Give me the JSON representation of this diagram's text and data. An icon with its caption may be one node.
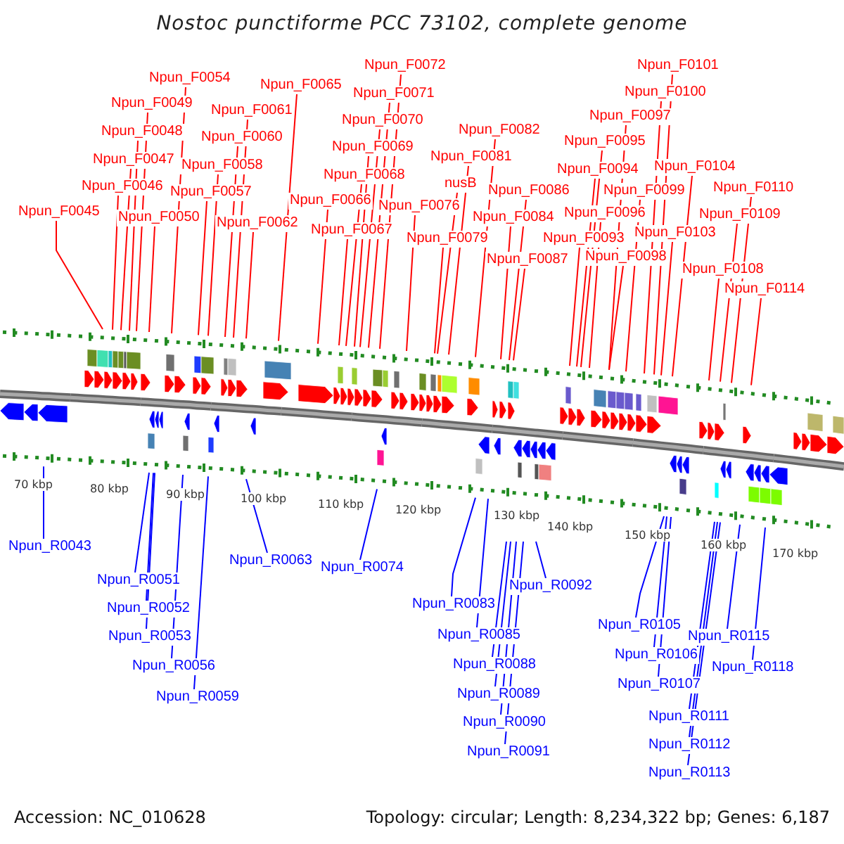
{
  "diagram": {
    "title": "Nostoc punctiforme PCC 73102, complete genome",
    "nodes": [
      {
        "text": [
          "Npun_F0045"
        ]
      },
      {
        "text": [
          "Npun_F0046"
        ]
      },
      {
        "text": [
          "Npun_F0047"
        ]
      },
      {
        "text": [
          "Npun_F0048"
        ]
      },
      {
        "text": [
          "Npun_F0049"
        ]
      },
      {
        "text": [
          "Npun_F0050"
        ]
      },
      {
        "text": [
          "Npun_F0054"
        ]
      },
      {
        "text": [
          "Npun_F0057"
        ]
      },
      {
        "text": [
          "Npun_F0058"
        ]
      },
      {
        "text": [
          "Npun_F0060"
        ]
      },
      {
        "text": [
          "Npun_F0061"
        ]
      },
      {
        "text": [
          "Npun_F0062"
        ]
      },
      {
        "text": [
          "Npun_F0065"
        ]
      },
      {
        "text": [
          "Npun_F0066"
        ]
      },
      {
        "text": [
          "Npun_F0067"
        ]
      },
      {
        "text": [
          "Npun_F0068"
        ]
      },
      {
        "text": [
          "Npun_F0069"
        ]
      },
      {
        "text": [
          "Npun_F0070"
        ]
      },
      {
        "text": [
          "Npun_F0071"
        ]
      },
      {
        "text": [
          "Npun_F0072"
        ]
      },
      {
        "text": [
          "Npun_F0076"
        ]
      },
      {
        "text": [
          "Npun_F0079"
        ]
      },
      {
        "text": [
          "nusB"
        ]
      },
      {
        "text": [
          "Npun_F0081"
        ]
      },
      {
        "text": [
          "Npun_F0082"
        ]
      },
      {
        "text": [
          "Npun_F0084"
        ]
      },
      {
        "text": [
          "Npun_F0086"
        ]
      },
      {
        "text": [
          "Npun_F0087"
        ]
      },
      {
        "text": [
          "Npun_F0093"
        ]
      },
      {
        "text": [
          "Npun_F0094"
        ]
      },
      {
        "text": [
          "Npun_F0095"
        ]
      },
      {
        "text": [
          "Npun_F0096"
        ]
      },
      {
        "text": [
          "Npun_F0097"
        ]
      },
      {
        "text": [
          "Npun_F0098"
        ]
      },
      {
        "text": [
          "Npun_F0099"
        ]
      },
      {
        "text": [
          "Npun_F0100"
        ]
      },
      {
        "text": [
          "Npun_F0101"
        ]
      },
      {
        "text": [
          "Npun_F0103"
        ]
      },
      {
        "text": [
          "Npun_F0104"
        ]
      },
      {
        "text": [
          "Npun_F0108"
        ]
      },
      {
        "text": [
          "Npun_F0109"
        ]
      },
      {
        "text": [
          "Npun_F0110"
        ]
      },
      {
        "text": [
          "Npun_F0114"
        ]
      },
      {
        "text": [
          "Npun_R0043"
        ]
      },
      {
        "text": [
          "Npun_R0051"
        ]
      },
      {
        "text": [
          "Npun_R0052"
        ]
      },
      {
        "text": [
          "Npun_R0053"
        ]
      },
      {
        "text": [
          "Npun_R0056"
        ]
      },
      {
        "text": [
          "Npun_R0059"
        ]
      },
      {
        "text": [
          "Npun_R0063"
        ]
      },
      {
        "text": [
          "Npun_R0074"
        ]
      },
      {
        "text": [
          "Npun_R0083"
        ]
      },
      {
        "text": [
          "Npun_R0085"
        ]
      },
      {
        "text": [
          "Npun_R0088"
        ]
      },
      {
        "text": [
          "Npun_R0089"
        ]
      },
      {
        "text": [
          "Npun_R0090"
        ]
      },
      {
        "text": [
          "Npun_R0091"
        ]
      },
      {
        "text": [
          "Npun_R0092"
        ]
      },
      {
        "text": [
          "Npun_R0105"
        ]
      },
      {
        "text": [
          "Npun_R0106"
        ]
      },
      {
        "text": [
          "Npun_R0107"
        ]
      },
      {
        "text": [
          "Npun_R0111"
        ]
      },
      {
        "text": [
          "Npun_R0112"
        ]
      },
      {
        "text": [
          "Npun_R0113"
        ]
      },
      {
        "text": [
          "Npun_R0115"
        ]
      },
      {
        "text": [
          "Npun_R0118"
        ]
      }
    ],
    "edges": [
      {
        "from": 0,
        "to": null,
        "arrow": "none"
      },
      {
        "from": 1,
        "to": null,
        "arrow": "none"
      },
      {
        "from": 2,
        "to": null,
        "arrow": "none"
      },
      {
        "from": 3,
        "to": null,
        "arrow": "none"
      },
      {
        "from": 4,
        "to": null,
        "arrow": "none"
      },
      {
        "from": 5,
        "to": null,
        "arrow": "none"
      },
      {
        "from": 6,
        "to": null,
        "arrow": "none"
      },
      {
        "from": 7,
        "to": null,
        "arrow": "none"
      },
      {
        "from": 8,
        "to": null,
        "arrow": "none"
      },
      {
        "from": 9,
        "to": null,
        "arrow": "none"
      },
      {
        "from": 10,
        "to": null,
        "arrow": "none"
      },
      {
        "from": 11,
        "to": null,
        "arrow": "none"
      },
      {
        "from": 12,
        "to": null,
        "arrow": "none"
      },
      {
        "from": 13,
        "to": null,
        "arrow": "none"
      },
      {
        "from": 14,
        "to": null,
        "arrow": "none"
      },
      {
        "from": 15,
        "to": null,
        "arrow": "none"
      },
      {
        "from": 16,
        "to": null,
        "arrow": "none"
      },
      {
        "from": 17,
        "to": null,
        "arrow": "none"
      },
      {
        "from": 18,
        "to": null,
        "arrow": "none"
      },
      {
        "from": 19,
        "to": null,
        "arrow": "none"
      },
      {
        "from": 20,
        "to": null,
        "arrow": "none"
      },
      {
        "from": 21,
        "to": null,
        "arrow": "none"
      },
      {
        "from": 22,
        "to": null,
        "arrow": "none"
      },
      {
        "from": 23,
        "to": null,
        "arrow": "none"
      },
      {
        "from": 24,
        "to": null,
        "arrow": "none"
      },
      {
        "from": 25,
        "to": null,
        "arrow": "none"
      },
      {
        "from": 26,
        "to": null,
        "arrow": "none"
      },
      {
        "from": 27,
        "to": null,
        "arrow": "none"
      },
      {
        "from": 28,
        "to": null,
        "arrow": "none"
      },
      {
        "from": 29,
        "to": null,
        "arrow": "none"
      },
      {
        "from": 30,
        "to": null,
        "arrow": "none"
      },
      {
        "from": 31,
        "to": null,
        "arrow": "none"
      },
      {
        "from": 32,
        "to": null,
        "arrow": "none"
      },
      {
        "from": 33,
        "to": null,
        "arrow": "none"
      },
      {
        "from": 34,
        "to": null,
        "arrow": "none"
      },
      {
        "from": 35,
        "to": null,
        "arrow": "none"
      },
      {
        "from": 36,
        "to": null,
        "arrow": "none"
      },
      {
        "from": 37,
        "to": null,
        "arrow": "none"
      },
      {
        "from": 38,
        "to": null,
        "arrow": "none"
      },
      {
        "from": 39,
        "to": null,
        "arrow": "none"
      },
      {
        "from": 40,
        "to": null,
        "arrow": "none"
      },
      {
        "from": 41,
        "to": null,
        "arrow": "none"
      },
      {
        "from": 42,
        "to": null,
        "arrow": "none"
      },
      {
        "from": 43,
        "to": null,
        "arrow": "none",
        "color": "#0000ff"
      },
      {
        "from": 44,
        "to": null,
        "arrow": "none",
        "color": "#0000ff"
      },
      {
        "from": 45,
        "to": null,
        "arrow": "none",
        "color": "#0000ff"
      },
      {
        "from": 46,
        "to": null,
        "arrow": "none",
        "color": "#0000ff"
      },
      {
        "from": 47,
        "to": null,
        "arrow": "none",
        "color": "#0000ff"
      },
      {
        "from": 48,
        "to": null,
        "arrow": "none",
        "color": "#0000ff"
      },
      {
        "from": 49,
        "to": null,
        "arrow": "none",
        "color": "#0000ff"
      },
      {
        "from": 50,
        "to": null,
        "arrow": "none",
        "color": "#0000ff"
      },
      {
        "from": 51,
        "to": null,
        "arrow": "none",
        "color": "#0000ff"
      },
      {
        "from": 52,
        "to": null,
        "arrow": "none",
        "color": "#0000ff"
      },
      {
        "from": 53,
        "to": null,
        "arrow": "none",
        "color": "#0000ff"
      },
      {
        "from": 54,
        "to": null,
        "arrow": "none",
        "color": "#0000ff"
      },
      {
        "from": 55,
        "to": null,
        "arrow": "none",
        "color": "#0000ff"
      },
      {
        "from": 56,
        "to": null,
        "arrow": "none",
        "color": "#0000ff"
      },
      {
        "from": 57,
        "to": null,
        "arrow": "none",
        "color": "#0000ff"
      },
      {
        "from": 58,
        "to": null,
        "arrow": "none",
        "color": "#0000ff"
      },
      {
        "from": 59,
        "to": null,
        "arrow": "none",
        "color": "#0000ff"
      },
      {
        "from": 60,
        "to": null,
        "arrow": "none",
        "color": "#0000ff"
      },
      {
        "from": 61,
        "to": null,
        "arrow": "none",
        "color": "#0000ff"
      },
      {
        "from": 62,
        "to": null,
        "arrow": "none",
        "color": "#0000ff"
      },
      {
        "from": 63,
        "to": null,
        "arrow": "none",
        "color": "#0000ff"
      },
      {
        "from": 64,
        "to": null,
        "arrow": "none",
        "color": "#0000ff"
      },
      {
        "from": 65,
        "to": null,
        "arrow": "none",
        "color": "#0000ff"
      }
    ],
    "labels": [
      "70 kbp",
      "80 kbp",
      "90 kbp",
      "100 kbp",
      "110 kbp",
      "120 kbp",
      "130 kbp",
      "140 kbp",
      "150 kbp",
      "160 kbp",
      "170 kbp",
      "Accession: NC_010628",
      "Topology: circular; Length: 8,234,322 bp; Genes: 6,187"
    ]
  }
}
